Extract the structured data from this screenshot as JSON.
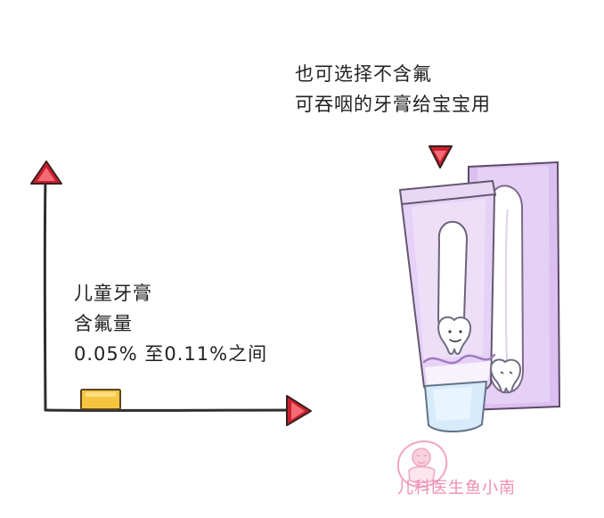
{
  "content": {
    "top_note": {
      "line_1": "也可选择不含氟",
      "line_2": "可吞咽的牙膏给宝宝用"
    },
    "left_note": {
      "line_1": "儿童牙膏",
      "line_2": "含氟量",
      "line_3": "0.05% 至0.11%之间"
    },
    "watermark": "儿科医生鱼小南"
  },
  "icons": {
    "up_arrow": "triangle-up-icon",
    "right_arrow": "triangle-right-icon",
    "pointer": "triangle-down-icon",
    "tooth": "tooth-icon",
    "logo": "baby-logo-icon"
  },
  "colors": {
    "background": "#ffffff",
    "ink": "#222222",
    "arrow_red": "#c8202d",
    "arrow_red_light": "#f56a74",
    "bar_yellow": "#f5c542",
    "tube_purple": "#dbbff0",
    "tube_purple_dark": "#bb93d8",
    "cap_blue": "#d7ebfb",
    "watermark_pink": "#ef8eb2"
  }
}
